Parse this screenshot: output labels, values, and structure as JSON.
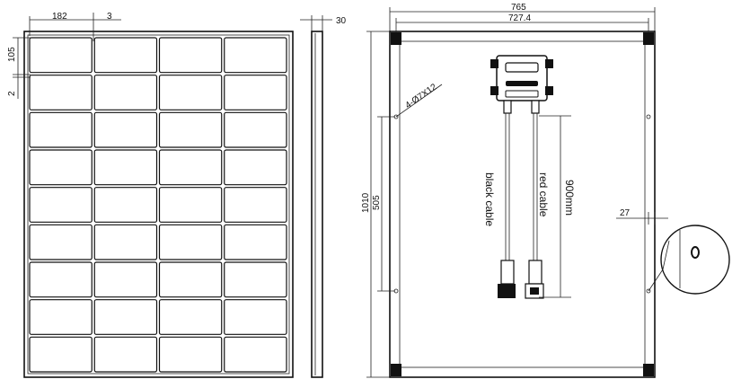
{
  "front_view": {
    "cell_width_label": "182",
    "cell_gap_label": "3",
    "cell_height_label": "105",
    "row_gap_label": "2",
    "grid": {
      "columns": 4,
      "rows": 9
    }
  },
  "side_view": {
    "thickness_label": "30"
  },
  "back_view": {
    "overall_width_label": "765",
    "inner_width_label": "727.4",
    "overall_height_label": "1010",
    "half_height_label": "505",
    "hole_spec_label": "4-Ø7X12",
    "edge_offset_label": "27",
    "cable_length_label": "900mm",
    "red_cable_label": "red cable",
    "black_cable_label": "black cable"
  }
}
